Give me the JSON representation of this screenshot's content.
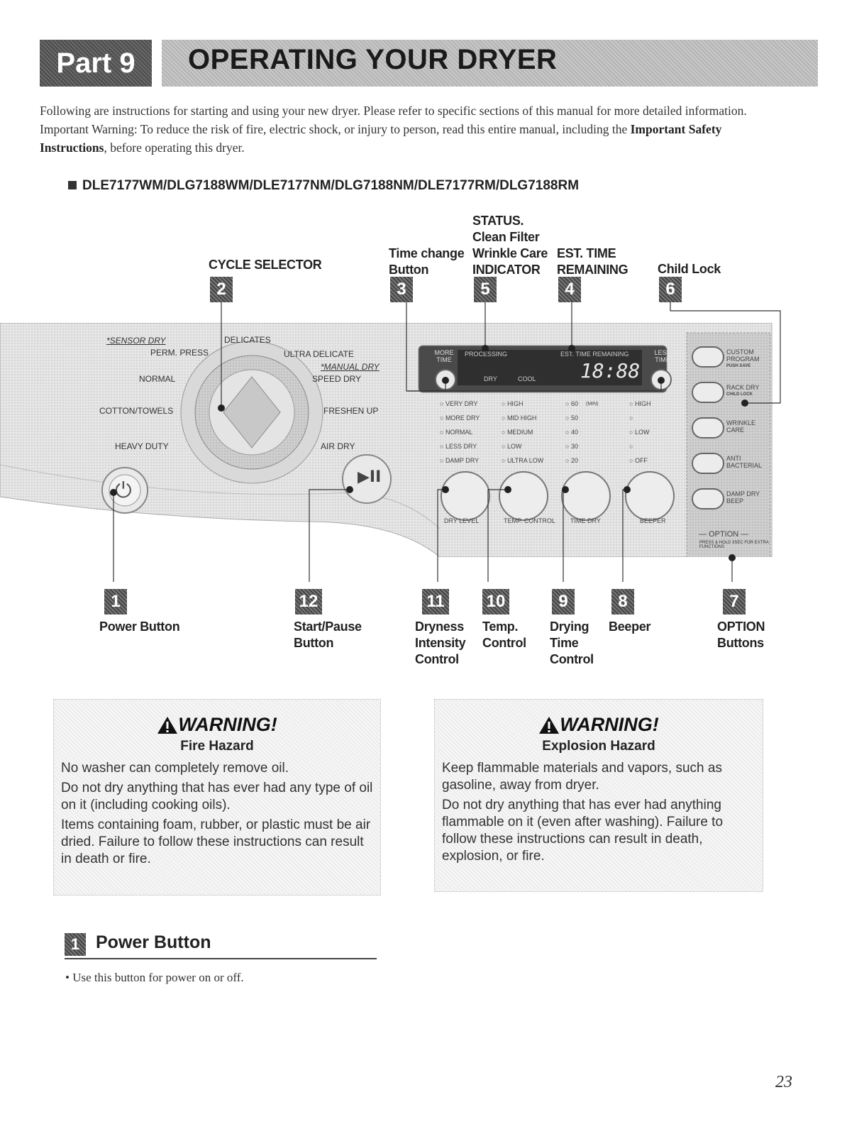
{
  "header": {
    "part_label": "Part 9",
    "title": "OPERATING YOUR DRYER"
  },
  "intro": {
    "text_before": "Following are instructions for starting and using your new dryer. Please refer to specific sections of this manual for more detailed information. Important Warning: To reduce the risk of fire, electric shock, or injury to person, read this entire manual, including the ",
    "bold": "Important Safety Instructions",
    "text_after": ", before operating this dryer."
  },
  "models": "DLE7177WM/DLG7188WM/DLE7177NM/DLG7188NM/DLE7177RM/DLG7188RM",
  "callouts_top": [
    {
      "num": "2",
      "lines": [
        "CYCLE SELECTOR"
      ]
    },
    {
      "num": "3",
      "lines": [
        "Time change",
        "Button"
      ]
    },
    {
      "num": "5",
      "lines": [
        "STATUS.",
        "Clean Filter",
        "Wrinkle Care",
        "INDICATOR"
      ]
    },
    {
      "num": "4",
      "lines": [
        "EST. TIME",
        "REMAINING"
      ]
    },
    {
      "num": "6",
      "lines": [
        "Child Lock"
      ]
    }
  ],
  "callouts_bottom": [
    {
      "num": "1",
      "lines": [
        "Power Button"
      ]
    },
    {
      "num": "12",
      "lines": [
        "Start/Pause",
        "Button"
      ]
    },
    {
      "num": "11",
      "lines": [
        "Dryness",
        "Intensity",
        "Control"
      ]
    },
    {
      "num": "10",
      "lines": [
        "Temp.",
        "Control"
      ]
    },
    {
      "num": "9",
      "lines": [
        "Drying",
        "Time",
        "Control"
      ]
    },
    {
      "num": "8",
      "lines": [
        "Beeper"
      ]
    },
    {
      "num": "7",
      "lines": [
        "OPTION",
        "Buttons"
      ]
    }
  ],
  "panel": {
    "sensor_dry": "*SENSOR DRY",
    "manual_dry": "*MANUAL DRY",
    "cycles_left": [
      "PERM. PRESS",
      "NORMAL",
      "COTTON/TOWELS",
      "HEAVY DUTY"
    ],
    "cycles_top": [
      "DELICATES",
      "ULTRA DELICATE"
    ],
    "cycles_right": [
      "SPEED DRY",
      "FRESHEN UP",
      "AIR DRY"
    ],
    "more_time": "MORE TIME",
    "less_time": "LESS TIME",
    "status_header": "PROCESSING",
    "status_items": [
      "DRY",
      "COOL"
    ],
    "est_header": "EST. TIME REMAINING",
    "display_digits": "18:88",
    "dry_levels": [
      "VERY DRY",
      "MORE DRY",
      "NORMAL",
      "LESS DRY",
      "DAMP DRY"
    ],
    "temps": [
      "HIGH",
      "MID HIGH",
      "MEDIUM",
      "LOW",
      "ULTRA LOW"
    ],
    "times": [
      "60",
      "50",
      "40",
      "30",
      "20"
    ],
    "time_unit": "(MIN)",
    "beeper_levels": [
      "HIGH",
      "",
      "LOW",
      "",
      "OFF"
    ],
    "knob_labels": [
      "DRY LEVEL",
      "TEMP. CONTROL",
      "TIME DRY",
      "BEEPER"
    ],
    "options": [
      {
        "label": "CUSTOM PROGRAM",
        "sub": "PUSH SAVE"
      },
      {
        "label": "RACK DRY",
        "sub": "CHILD LOCK"
      },
      {
        "label": "WRINKLE CARE",
        "sub": ""
      },
      {
        "label": "ANTI BACTERIAL",
        "sub": ""
      },
      {
        "label": "DAMP DRY BEEP",
        "sub": ""
      }
    ],
    "option_title": "— OPTION —",
    "option_note": "PRESS & HOLD 3SEC FOR EXTRA FUNCTIONS",
    "power_symbol": "⏻",
    "start_symbol": "▶II"
  },
  "warnings": [
    {
      "title": "WARNING!",
      "subtitle": "Fire Hazard",
      "paragraphs": [
        "No washer can completely remove oil.",
        "Do not dry anything that has ever had any type of oil on it (including cooking oils).",
        "Items containing foam, rubber, or plastic must be air dried. Failure to follow these instructions can result in death or fire."
      ]
    },
    {
      "title": "WARNING!",
      "subtitle": "Explosion Hazard",
      "paragraphs": [
        "Keep flammable materials and vapors, such as gasoline, away from dryer.",
        "Do not dry anything that has ever had anything flammable on it (even after washing). Failure to follow these instructions can result in death, explosion, or fire."
      ]
    }
  ],
  "section": {
    "num": "1",
    "title": "Power Button",
    "text": "• Use this button for power on or off."
  },
  "page_number": "23"
}
